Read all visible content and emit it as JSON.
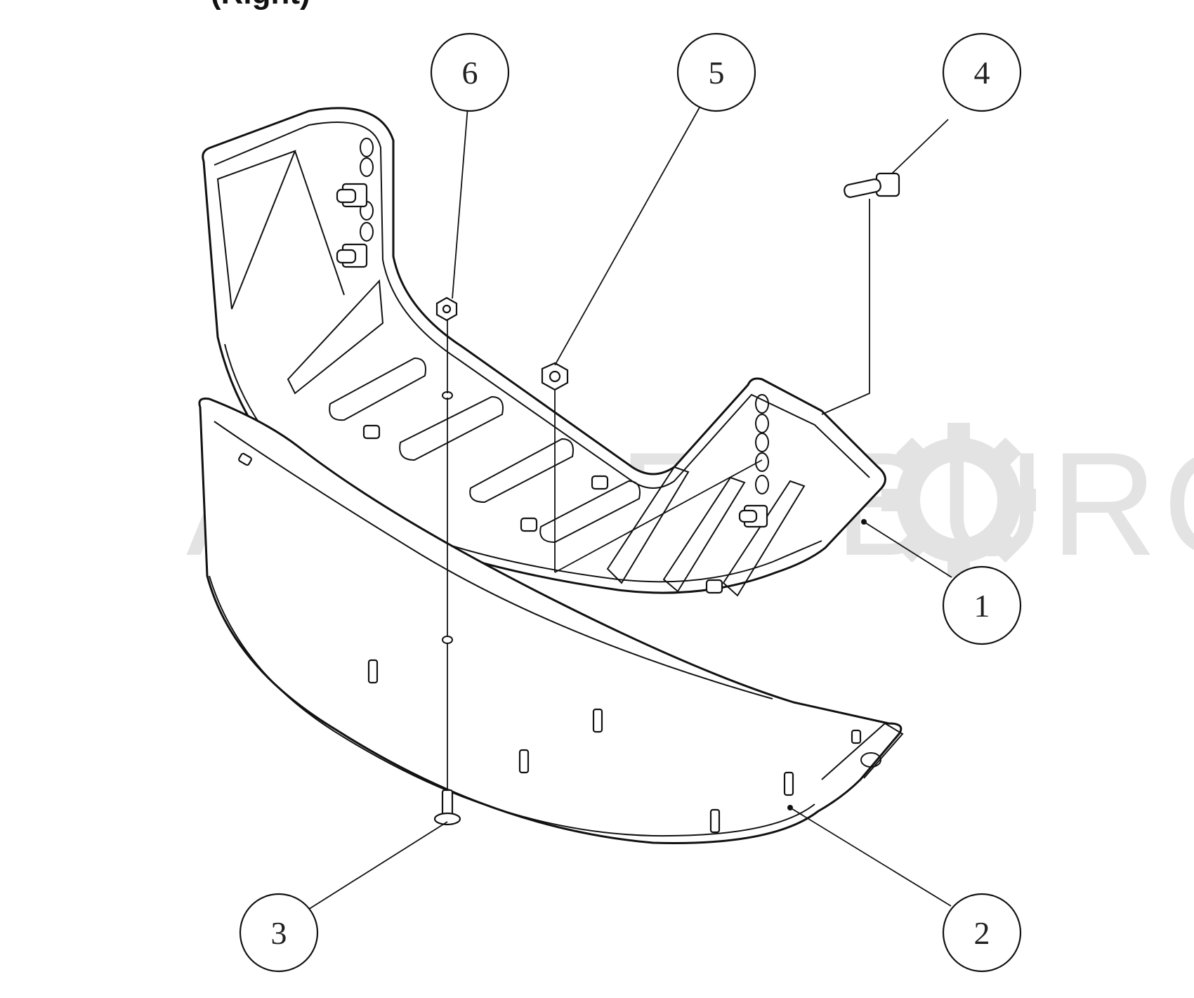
{
  "title": "(Right)",
  "watermark": {
    "text": "AARDENBURG",
    "color": "#e3e3e3",
    "icon": "gear-icon"
  },
  "callouts": [
    {
      "number": "1",
      "name": "callout-1"
    },
    {
      "number": "2",
      "name": "callout-2"
    },
    {
      "number": "3",
      "name": "callout-3"
    },
    {
      "number": "4",
      "name": "callout-4"
    },
    {
      "number": "5",
      "name": "callout-5"
    },
    {
      "number": "6",
      "name": "callout-6"
    }
  ],
  "colors": {
    "line": "#111111",
    "background": "#ffffff"
  }
}
